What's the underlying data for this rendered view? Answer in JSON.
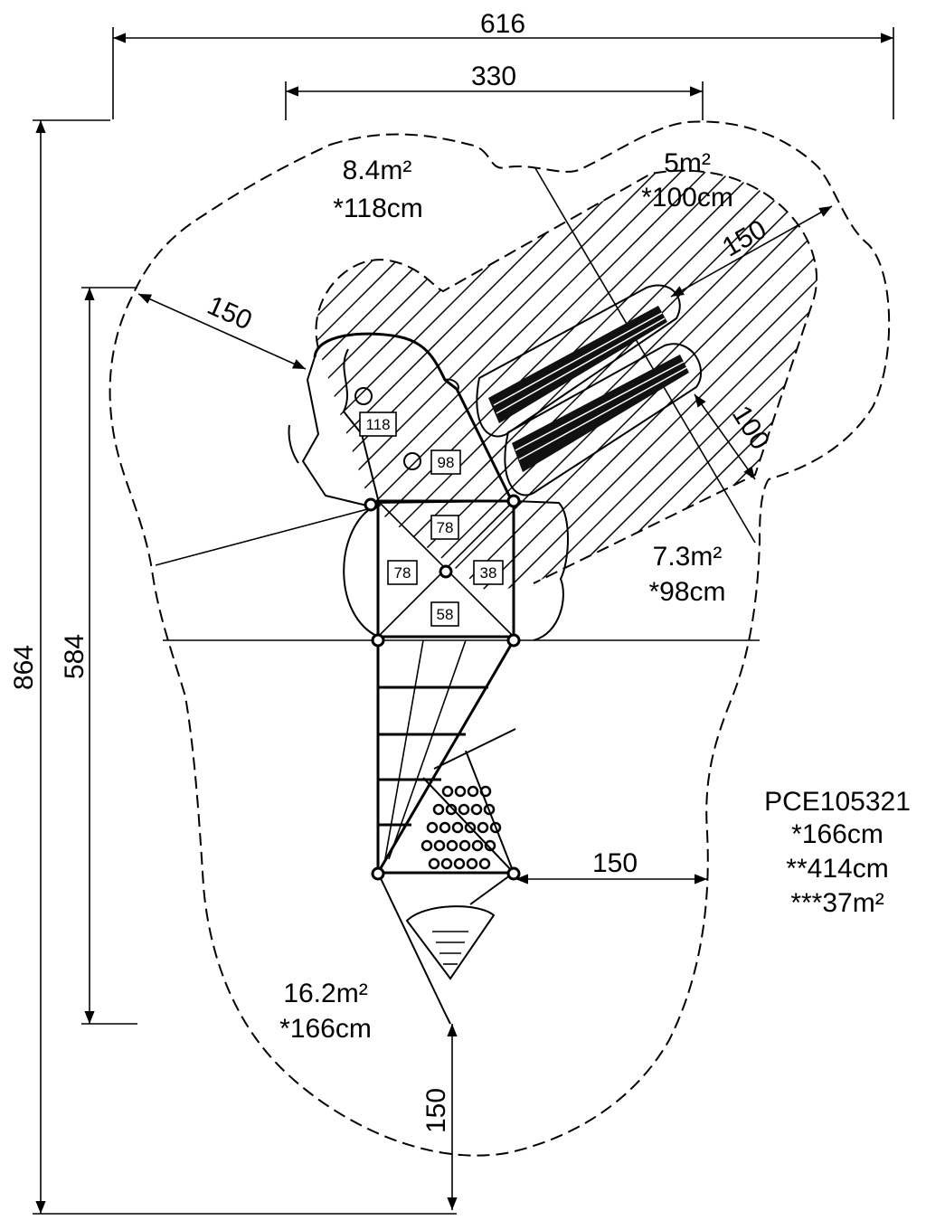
{
  "dimensions": {
    "overall_width": "616",
    "inner_width": "330",
    "overall_height": "864",
    "inner_height": "584",
    "clearance_left": "150",
    "clearance_upper_right": "150",
    "slide_offset": "100",
    "clearance_right": "150",
    "clearance_bottom": "150"
  },
  "zones": [
    {
      "area": "8.4m²",
      "height": "*118cm"
    },
    {
      "area": "5m²",
      "height": "*100cm"
    },
    {
      "area": "7.3m²",
      "height": "*98cm"
    },
    {
      "area": "16.2m²",
      "height": "*166cm"
    }
  ],
  "platform_heights": [
    "118",
    "98",
    "78",
    "78",
    "38",
    "58"
  ],
  "product": {
    "code": "PCE105321",
    "free_fall_height": "*166cm",
    "total_height": "**414cm",
    "safety_area": "***37m²"
  }
}
